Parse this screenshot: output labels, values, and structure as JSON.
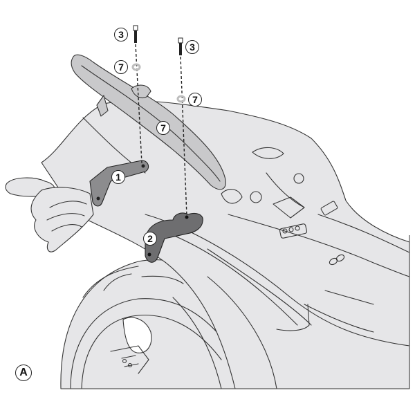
{
  "diagram": {
    "type": "exploded-assembly-illustration",
    "subject": "motorcycle rear rack / top-case mounting brackets",
    "view_label": "A",
    "colors": {
      "background": "#ffffff",
      "body_fill": "#e6e6e8",
      "grab_rail_fill": "#c9c9cb",
      "bracket_1_fill": "#8c8c8e",
      "bracket_2_fill": "#6e6e70",
      "outline": "#333333",
      "washer": "#bdbdbd"
    },
    "callouts": [
      {
        "id": "bolt-left",
        "label": "3",
        "part": "bolt"
      },
      {
        "id": "washer-left",
        "label": "7",
        "part": "washer"
      },
      {
        "id": "bolt-right",
        "label": "3",
        "part": "bolt"
      },
      {
        "id": "washer-right",
        "label": "7",
        "part": "washer"
      },
      {
        "id": "grab-rail",
        "label": "7",
        "part": "grab rail"
      },
      {
        "id": "bracket-1",
        "label": "1",
        "part": "bracket"
      },
      {
        "id": "bracket-2",
        "label": "2",
        "part": "bracket"
      }
    ]
  }
}
